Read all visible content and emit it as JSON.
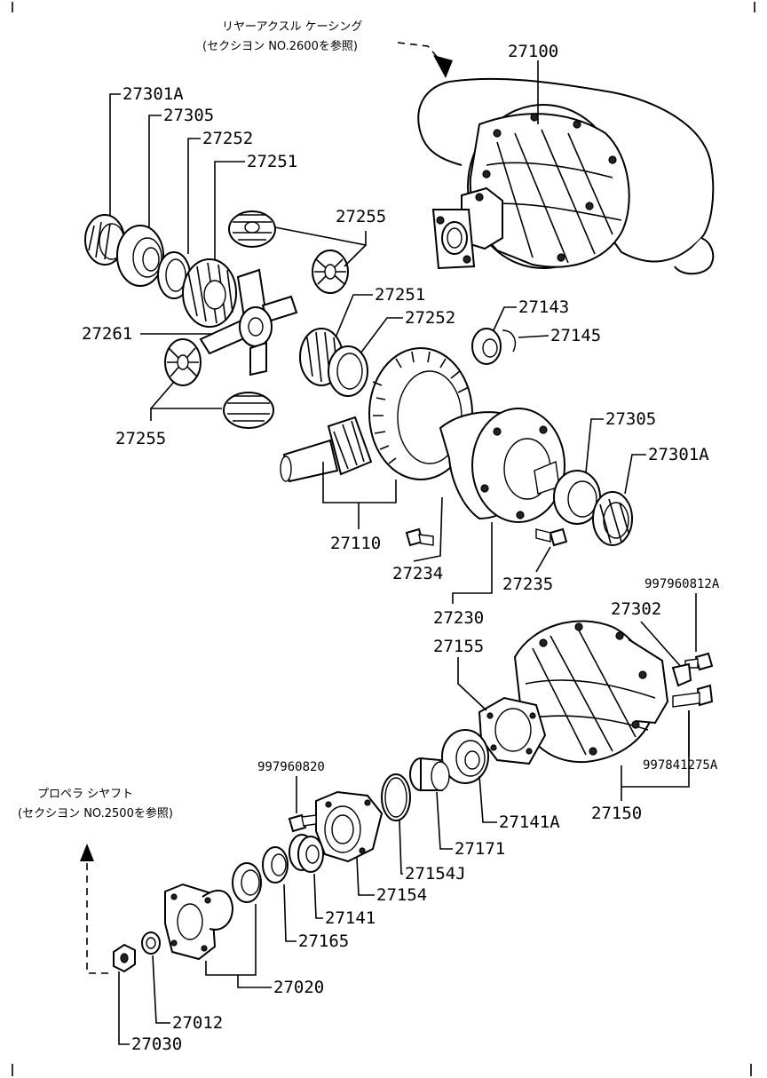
{
  "notes": {
    "rear_axle_line1": "リヤーアクスル ケーシング",
    "rear_axle_line2": "(セクシヨン NO.2600を参照)",
    "propeller_line1": "プロペラ シヤフト",
    "propeller_line2": "(セクシヨン NO.2500を参照)"
  },
  "labels": {
    "p27100": "27100",
    "p27301A_top": "27301A",
    "p27305_top": "27305",
    "p27252_top": "27252",
    "p27251_top": "27251",
    "p27255_top": "27255",
    "p27251_mid": "27251",
    "p27252_mid": "27252",
    "p27261": "27261",
    "p27143": "27143",
    "p27145": "27145",
    "p27255_bot": "27255",
    "p27305_right": "27305",
    "p27301A_right": "27301A",
    "p27110": "27110",
    "p27234": "27234",
    "p27235": "27235",
    "p27230": "27230",
    "p997960812A": "997960812A",
    "p27302": "27302",
    "p27155": "27155",
    "p997960820": "997960820",
    "p997841275A": "997841275A",
    "p27141A": "27141A",
    "p27150": "27150",
    "p27171": "27171",
    "p27154J": "27154J",
    "p27154": "27154",
    "p27141": "27141",
    "p27165": "27165",
    "p27020": "27020",
    "p27012": "27012",
    "p27030": "27030"
  }
}
